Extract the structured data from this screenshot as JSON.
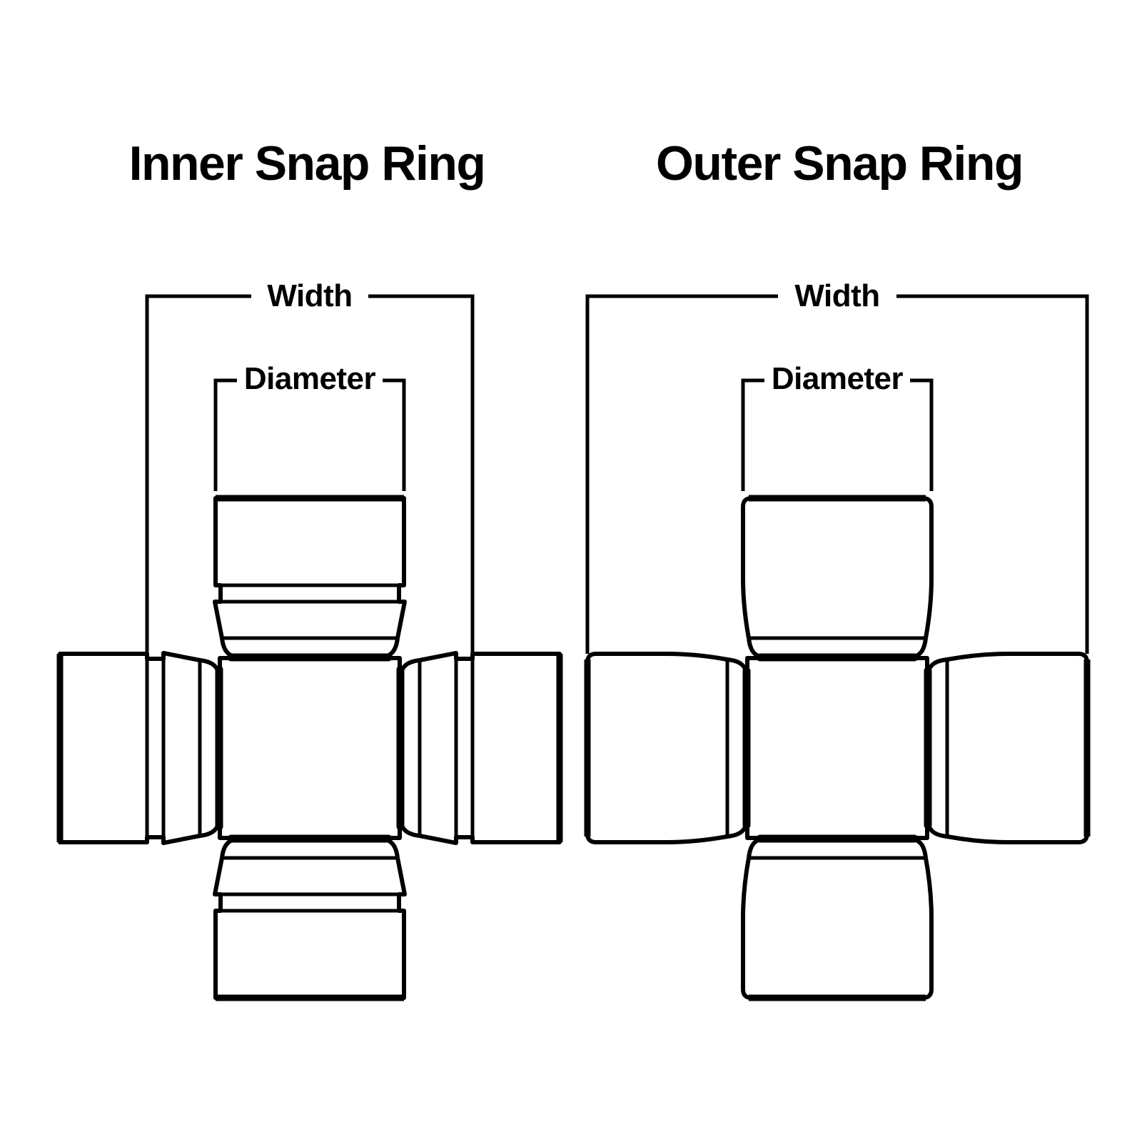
{
  "colors": {
    "line": "#000000",
    "background": "#ffffff"
  },
  "diagrams": {
    "inner": {
      "title": "Inner Snap Ring",
      "width_label": "Width",
      "diameter_label": "Diameter"
    },
    "outer": {
      "title": "Outer Snap Ring",
      "width_label": "Width",
      "diameter_label": "Diameter"
    }
  }
}
